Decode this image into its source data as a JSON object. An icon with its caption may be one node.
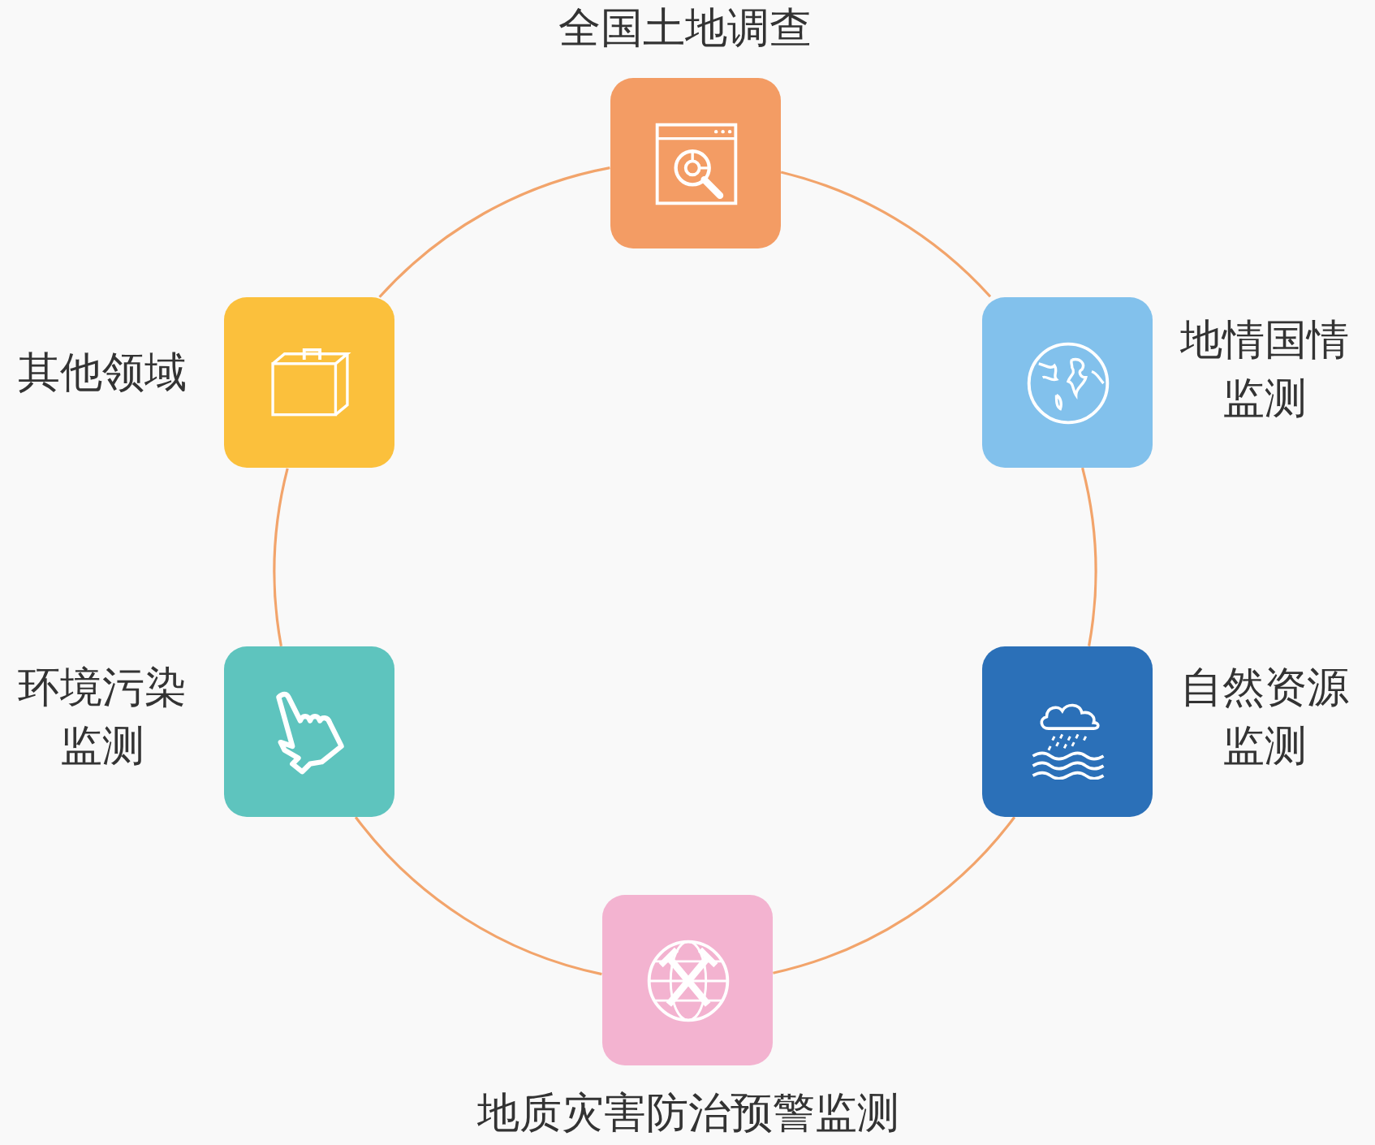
{
  "diagram": {
    "nodes": [
      {
        "text": [
          "全国土地调查"
        ]
      },
      {
        "text": [
          "地情国情监测"
        ]
      },
      {
        "text": [
          "自然资源监测"
        ]
      },
      {
        "text": [
          "地质灾害防治预警监测"
        ]
      },
      {
        "text": [
          "环境污染监测"
        ]
      },
      {
        "text": [
          "其他领域"
        ]
      }
    ],
    "edges": [
      {
        "from": 0,
        "to": 1,
        "arrow": "none"
      },
      {
        "from": 1,
        "to": 2,
        "arrow": "none"
      },
      {
        "from": 2,
        "to": 3,
        "arrow": "none"
      },
      {
        "from": 3,
        "to": 4,
        "arrow": "none"
      },
      {
        "from": 4,
        "to": 5,
        "arrow": "none"
      },
      {
        "from": 5,
        "to": 0,
        "arrow": "none"
      }
    ]
  }
}
